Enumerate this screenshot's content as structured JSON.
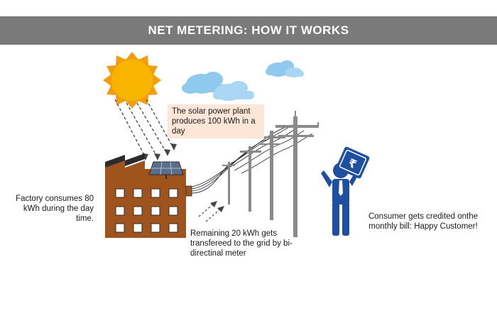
{
  "title": "NET METERING: HOW IT WORKS",
  "labels": {
    "solar": "The solar power plant produces 100 kWh in a day",
    "factory": "Factory consumes 80 kWh during the day time.",
    "grid": "Remaining 20 kWh gets transfereed to the grid by bi-directinal meter",
    "consumer": "Consumer gets credited onthe monthly bill: Happy Customer!"
  },
  "icons": {
    "bill": "₹"
  },
  "colors": {
    "banner": "#7a7a7a",
    "sun": "#f7b500",
    "factory": "#a0541d",
    "person": "#1f4fa0",
    "cloud": "#8fc9ee",
    "pole": "#8a8a8a",
    "label_bg": "#fde6d8"
  }
}
